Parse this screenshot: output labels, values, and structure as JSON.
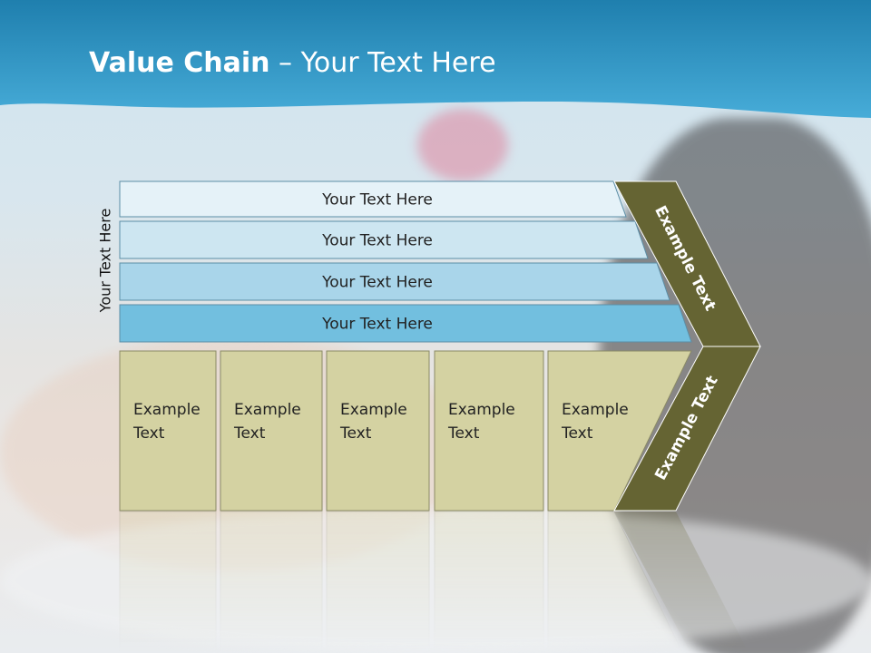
{
  "title": {
    "bold": "Value Chain",
    "rest": " – Your Text Here"
  },
  "side_label": "Your Text Here",
  "bars": [
    {
      "label": "Your Text Here",
      "fill": "#e5f2f8"
    },
    {
      "label": "Your Text Here",
      "fill": "#cde6f1"
    },
    {
      "label": "Your Text Here",
      "fill": "#a9d5ea"
    },
    {
      "label": "Your Text Here",
      "fill": "#72bfdf"
    }
  ],
  "boxes": [
    {
      "label": "Example\nText"
    },
    {
      "label": "Example\nText"
    },
    {
      "label": "Example\nText"
    },
    {
      "label": "Example\nText"
    },
    {
      "label": "Example\nText"
    }
  ],
  "arrow": {
    "top_label": "Example Text",
    "bottom_label": "Example Text",
    "fill": "#656433"
  },
  "colors": {
    "header": "#3a9ecb",
    "box_fill": "#d4d2a2",
    "bar_stroke": "#5c8ea6"
  }
}
